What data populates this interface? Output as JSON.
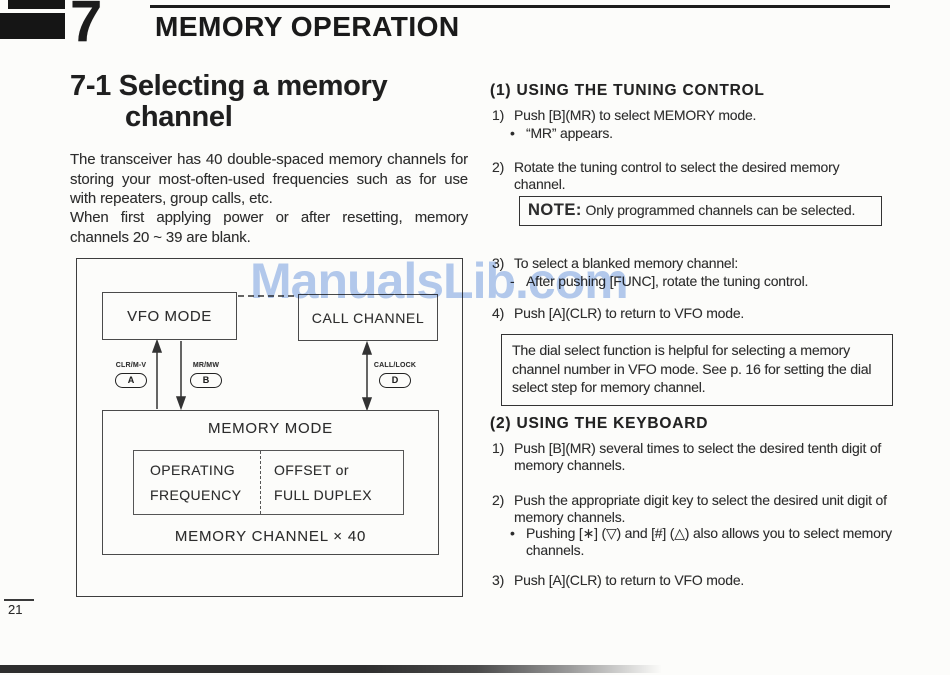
{
  "header": {
    "chapter_number": "7",
    "title": "MEMORY OPERATION"
  },
  "watermark": "ManualsLib.com",
  "left": {
    "title_line1": "7-1 Selecting a memory",
    "title_line2": "channel",
    "para1": "The transceiver has 40 double-spaced memory channels for storing your most-often-used frequencies such as for use with repeaters, group calls, etc.",
    "para2": "When first applying power or after resetting, memory channels 20 ~ 39 are blank.",
    "diagram": {
      "vfo_mode": "VFO MODE",
      "call_channel": "CALL CHANNEL",
      "memory_mode": "MEMORY MODE",
      "operating": "OPERATING",
      "frequency": "FREQUENCY",
      "offset_or": "OFFSET or",
      "full_duplex": "FULL DUPLEX",
      "memory_channel_x40": "MEMORY CHANNEL × 40",
      "button_a_label": "CLR/M-V",
      "button_a_key": "A",
      "button_b_label": "MR/MW",
      "button_b_key": "B",
      "button_d_label": "CALL/LOCK",
      "button_d_key": "D"
    }
  },
  "right": {
    "section1": {
      "heading": "(1) USING THE TUNING CONTROL",
      "steps": [
        {
          "marker": "1)",
          "text": "Push [B](MR) to select MEMORY mode."
        },
        {
          "marker": "•",
          "text": "“MR” appears."
        },
        {
          "marker": "2)",
          "text": "Rotate the tuning control to select the desired memory channel."
        },
        {
          "marker": "3)",
          "text": "To select a blanked memory channel:"
        },
        {
          "marker": "-",
          "text": "After pushing [FUNC], rotate the tuning control."
        },
        {
          "marker": "4)",
          "text": "Push [A](CLR) to return to VFO mode."
        }
      ],
      "note_label": "NOTE:",
      "note_text": "Only programmed channels can be selected.",
      "tip_text": "The dial select function is helpful for selecting a memory channel number in VFO mode. See p. 16 for setting the dial select step for memory channel."
    },
    "section2": {
      "heading": "(2) USING THE KEYBOARD",
      "steps": [
        {
          "marker": "1)",
          "text": "Push [B](MR) several times to select the desired tenth digit of memory channels."
        },
        {
          "marker": "2)",
          "text": "Push the appropriate digit key to select the desired unit digit of memory channels."
        },
        {
          "marker": "•",
          "text": "Pushing [∗] (▽) and [#] (△) also allows you to select memory channels."
        },
        {
          "marker": "3)",
          "text": "Push [A](CLR) to return to VFO mode."
        }
      ]
    }
  },
  "footer": {
    "page_number": "21"
  }
}
